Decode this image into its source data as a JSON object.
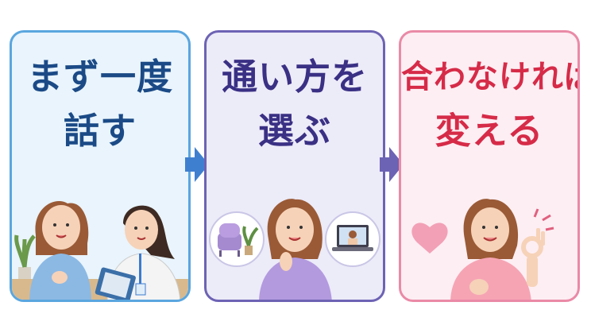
{
  "panels": [
    {
      "line1": "まず一度",
      "line2": "話す",
      "accent": "#5aa6df"
    },
    {
      "line1": "通い方を",
      "line2": "選ぶ",
      "accent": "#6d63b4"
    },
    {
      "line1": "合わなければ",
      "line2": "変える",
      "accent": "#ea8aa7"
    }
  ],
  "arrow_color": "#3f7fd0",
  "icons": [
    "armchair-icon",
    "plant-icon",
    "laptop-video-icon",
    "heart-icon",
    "ok-hand-icon"
  ]
}
